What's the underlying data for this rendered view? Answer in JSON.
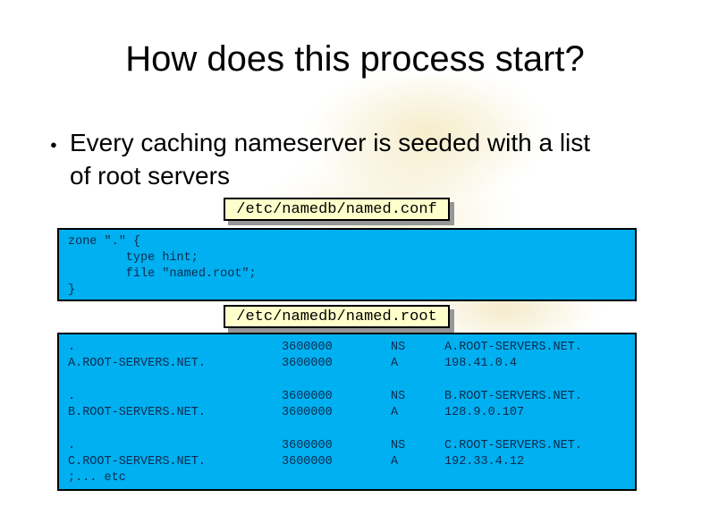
{
  "slide": {
    "title": "How does this process start?",
    "bullet": {
      "marker": "●",
      "line1": "Every caching nameserver is seeded with a list",
      "line2": "of root servers"
    },
    "conf_label": "/etc/namedb/named.conf",
    "root_label": "/etc/namedb/named.root",
    "conf_code": "zone \".\" {\n        type hint;\n        file \"named.root\";\n}",
    "records": [
      {
        "columns": [
          [
            ".",
            "A.ROOT-SERVERS.NET."
          ],
          [
            "3600000",
            "3600000"
          ],
          [
            "NS",
            "A"
          ],
          [
            "A.ROOT-SERVERS.NET.",
            "198.41.0.4"
          ]
        ]
      },
      {
        "columns": [
          [
            ".",
            "B.ROOT-SERVERS.NET."
          ],
          [
            "3600000",
            "3600000"
          ],
          [
            "NS",
            "A"
          ],
          [
            "B.ROOT-SERVERS.NET.",
            "128.9.0.107"
          ]
        ]
      },
      {
        "columns": [
          [
            ".",
            "C.ROOT-SERVERS.NET.",
            ";... etc"
          ],
          [
            "3600000",
            "3600000"
          ],
          [
            "NS",
            "A"
          ],
          [
            "C.ROOT-SERVERS.NET.",
            "192.33.4.12"
          ]
        ]
      }
    ]
  },
  "colors": {
    "box_bg": "#00b0f0",
    "label_bg": "#ffffcc",
    "code_text": "#0d2b4e",
    "shadow": "#969696"
  }
}
